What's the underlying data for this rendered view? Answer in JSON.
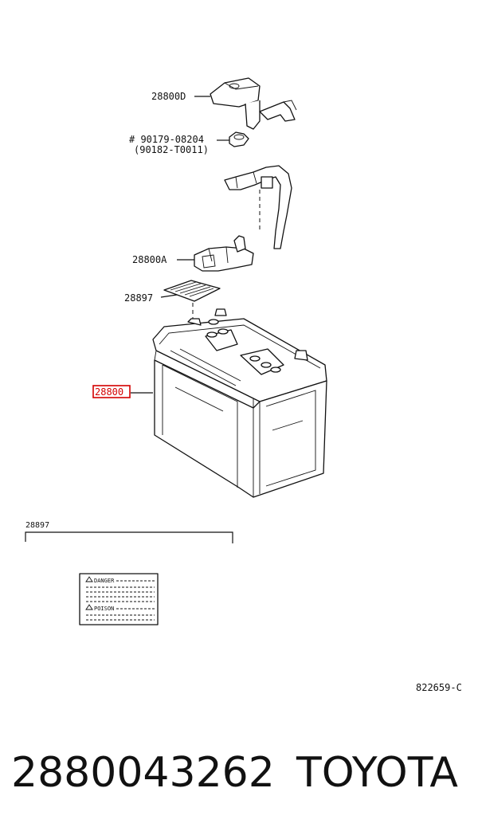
{
  "diagram": {
    "labels": {
      "cover": "28800D",
      "nut_1": "# 90179-08204",
      "nut_2": "(90182-T0011)",
      "clamp": "28800A",
      "label_plate": "28897",
      "battery": "28800",
      "detail_ref": "28897",
      "ref_number": "822659-C"
    },
    "warning_label": {
      "line_1": "DANGER",
      "line_2": "POISON"
    },
    "highlight_color": "#d40000"
  },
  "footer": {
    "part_number": "2880043262",
    "brand": "TOYOTA"
  }
}
